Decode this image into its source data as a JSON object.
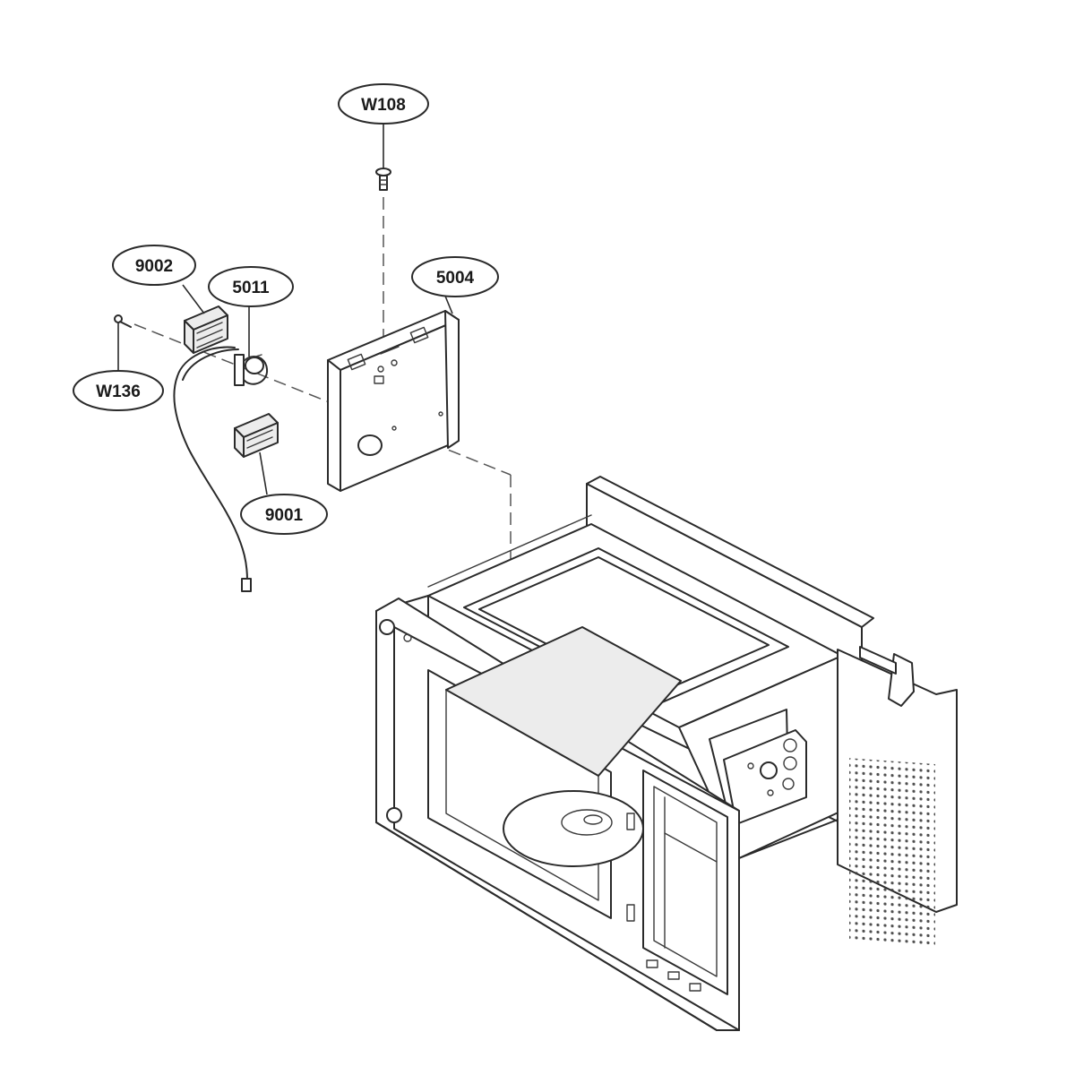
{
  "callouts": {
    "w108": "W108",
    "p5004": "5004",
    "p9002": "9002",
    "p5011": "5011",
    "w136": "W136",
    "p9001": "9001"
  }
}
